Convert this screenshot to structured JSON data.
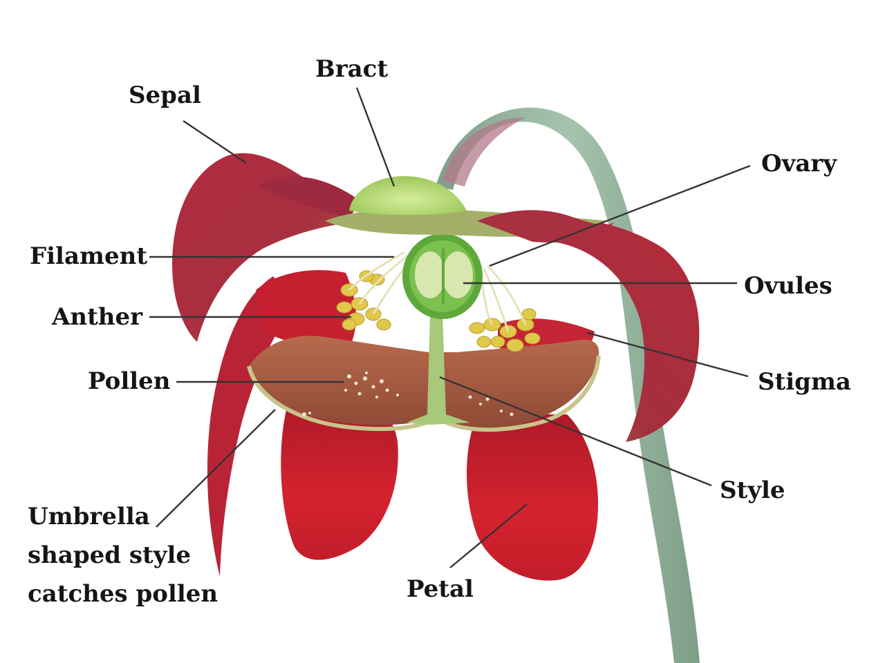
{
  "labels": {
    "bract": "Bract",
    "sepal": "Sepal",
    "ovary": "Ovary",
    "filament": "Filament",
    "ovules": "Ovules",
    "anther": "Anther",
    "stigma": "Stigma",
    "pollen": "Pollen",
    "style": "Style",
    "umbrella_lines": [
      "Umbrella",
      "shaped style",
      "catches pollen"
    ],
    "petal": "Petal"
  },
  "colors": {
    "petal_red": "#c8202c",
    "sepal_red": "#a8283c",
    "sepal_green": "#8aa04a",
    "bract_green": "#b8dc78",
    "ovary_green": "#5ea83a",
    "ovule_cream": "#d8e6b0",
    "anther_yellow": "#e4cc48",
    "stem_green": "#8fb39a",
    "umbrella_brown": "#9c5a3e",
    "leader_line": "#333333"
  }
}
